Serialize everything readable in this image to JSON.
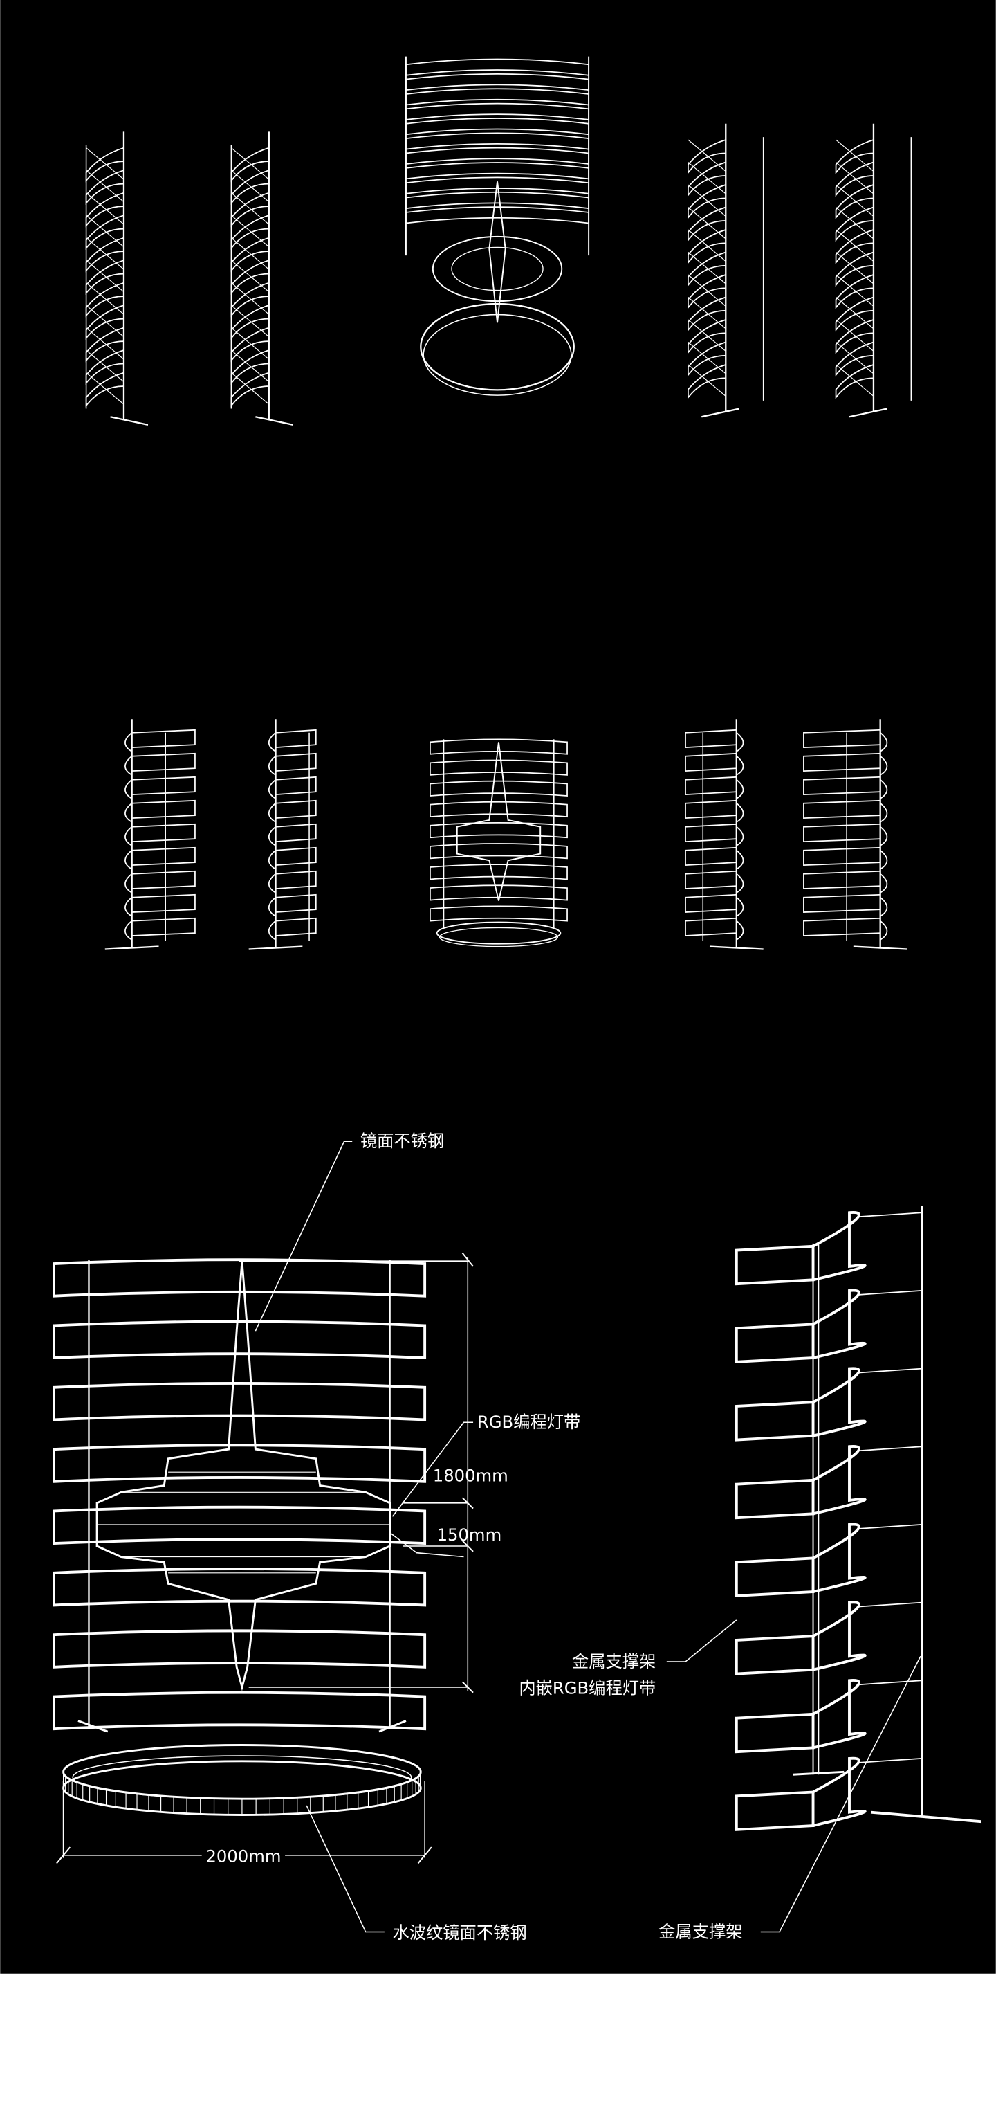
{
  "colors": {
    "background": "#000000",
    "lines": "#ffffff",
    "page": "#ffffff"
  },
  "labels": {
    "mirror_steel": "镜面不锈钢",
    "rgb_strip": "RGB编程灯带",
    "height_dim": "1800mm",
    "gap_dim": "150mm",
    "width_dim": "2000mm",
    "ripple_steel": "水波纹镜面不锈钢",
    "frame_rgb_line1": "金属支撑架",
    "frame_rgb_line2": "内嵌RGB编程灯带",
    "frame": "金属支撑架"
  }
}
